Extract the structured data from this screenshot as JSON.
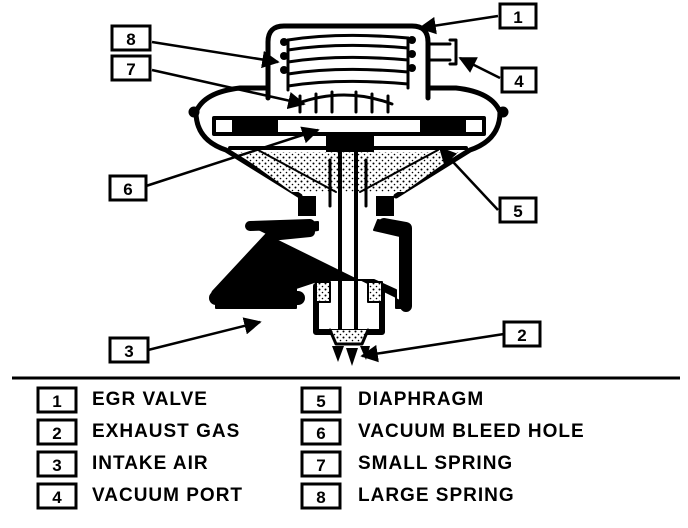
{
  "callouts": [
    "1",
    "2",
    "3",
    "4",
    "5",
    "6",
    "7",
    "8"
  ],
  "legend": [
    {
      "number": "1",
      "text": "EGR VALVE"
    },
    {
      "number": "2",
      "text": "EXHAUST GAS"
    },
    {
      "number": "3",
      "text": "INTAKE AIR"
    },
    {
      "number": "4",
      "text": "VACUUM PORT"
    },
    {
      "number": "5",
      "text": "DIAPHRAGM"
    },
    {
      "number": "6",
      "text": "VACUUM BLEED HOLE"
    },
    {
      "number": "7",
      "text": "SMALL SPRING"
    },
    {
      "number": "8",
      "text": "LARGE SPRING"
    }
  ],
  "colors": {
    "ink": "#000000",
    "paper": "#ffffff"
  }
}
